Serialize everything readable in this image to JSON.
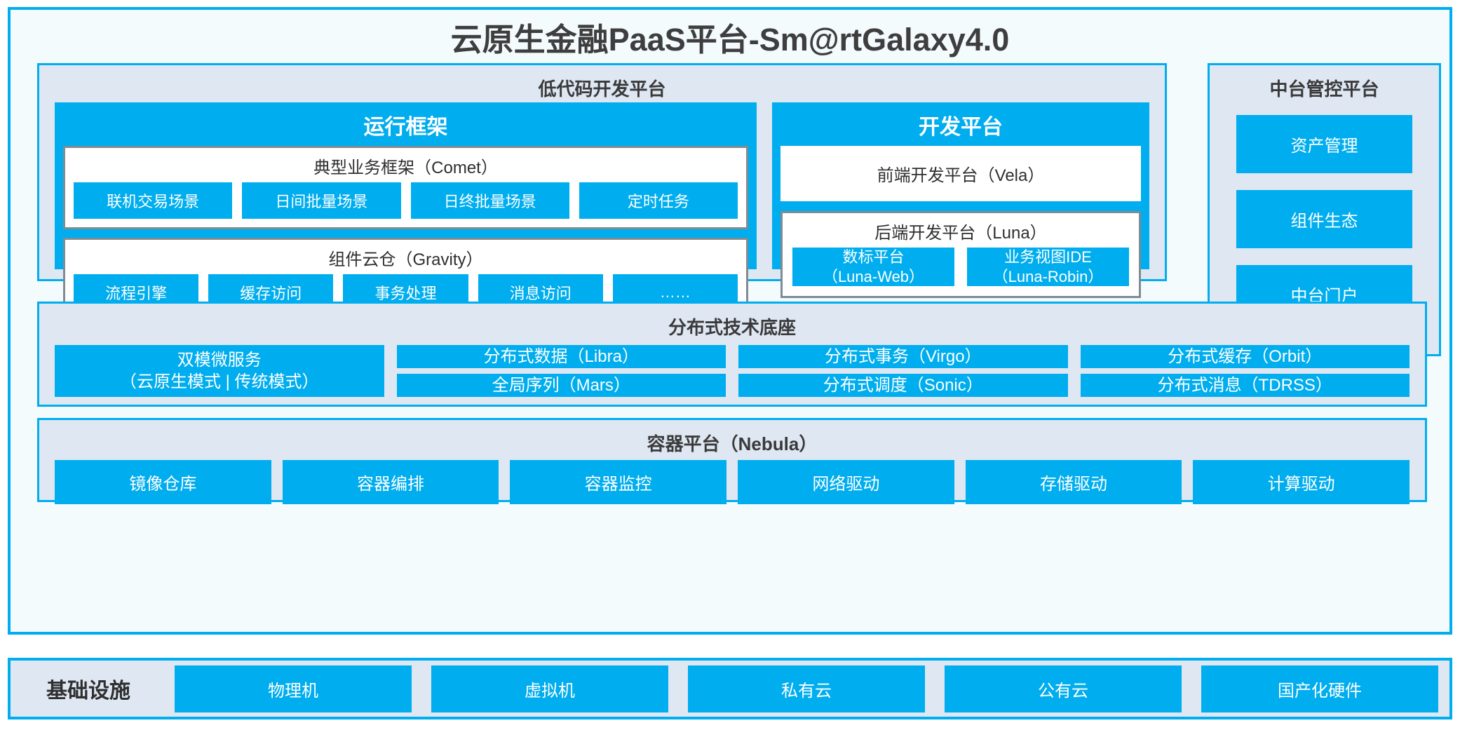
{
  "title": "云原生金融PaaS平台-Sm@rtGalaxy4.0",
  "colors": {
    "accent_blue": "#00ADEE",
    "border_blue": "#00AEEF",
    "panel_bg": "#DFE7F3",
    "page_bg": "#F4FBFD",
    "box_border_gray": "#7F8C93",
    "text_dark": "#2F2F2F"
  },
  "lowcode": {
    "title": "低代码开发平台",
    "runtime": {
      "title": "运行框架",
      "comet": {
        "title": "典型业务框架（Comet）",
        "chips": [
          "联机交易场景",
          "日间批量场景",
          "日终批量场景",
          "定时任务"
        ]
      },
      "gravity": {
        "title": "组件云仓（Gravity）",
        "chips": [
          "流程引擎",
          "缓存访问",
          "事务处理",
          "消息访问",
          "……"
        ]
      }
    },
    "dev": {
      "title": "开发平台",
      "vela": "前端开发平台（Vela）",
      "luna": {
        "title": "后端开发平台（Luna）",
        "chips": [
          {
            "line1": "数标平台",
            "line2": "（Luna-Web）"
          },
          {
            "line1": "业务视图IDE",
            "line2": "（Luna-Robin）"
          }
        ]
      }
    }
  },
  "mgmt": {
    "title": "中台管控平台",
    "items": [
      "资产管理",
      "组件生态",
      "中台门户"
    ]
  },
  "distributed": {
    "title": "分布式技术底座",
    "microservice": {
      "line1": "双模微服务",
      "line2": "（云原生模式 | 传统模式）"
    },
    "columns": [
      [
        "分布式数据（Libra）",
        "全局序列（Mars）"
      ],
      [
        "分布式事务（Virgo）",
        "分布式调度（Sonic）"
      ],
      [
        "分布式缓存（Orbit）",
        "分布式消息（TDRSS）"
      ]
    ]
  },
  "container": {
    "title": "容器平台（Nebula）",
    "cells": [
      "镜像仓库",
      "容器编排",
      "容器监控",
      "网络驱动",
      "存储驱动",
      "计算驱动"
    ]
  },
  "infrastructure": {
    "label": "基础设施",
    "cells": [
      "物理机",
      "虚拟机",
      "私有云",
      "公有云",
      "国产化硬件"
    ]
  }
}
